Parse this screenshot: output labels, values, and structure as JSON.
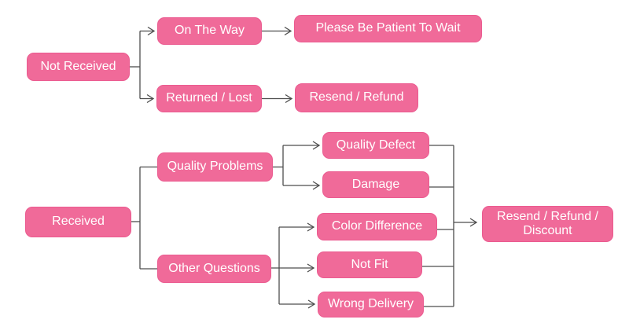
{
  "palette": {
    "node_fill": "#f06a99",
    "node_border": "#eb5b90",
    "node_text": "#ffffff",
    "line": "#4d4d4d",
    "background": "#ffffff"
  },
  "diagram": {
    "type": "flowchart",
    "title": "",
    "nodes": {
      "not_received": {
        "label": "Not Received"
      },
      "on_the_way": {
        "label": "On The Way"
      },
      "please_be_patient_to_wait": {
        "label": "Please Be Patient To Wait"
      },
      "returned_lost": {
        "label": "Returned / Lost"
      },
      "resend_refund": {
        "label": "Resend / Refund"
      },
      "received": {
        "label": "Received"
      },
      "quality_problems": {
        "label": "Quality Problems"
      },
      "other_questions": {
        "label": "Other Questions"
      },
      "quality_defect": {
        "label": "Quality Defect"
      },
      "damage": {
        "label": "Damage"
      },
      "color_difference": {
        "label": "Color Difference"
      },
      "not_fit": {
        "label": "Not Fit"
      },
      "wrong_delivery": {
        "label": "Wrong Delivery"
      },
      "resend_refund_discount": {
        "label": "Resend / Refund / Discount"
      }
    },
    "edges": [
      {
        "from": "not_received",
        "to": "on_the_way",
        "arrow": true
      },
      {
        "from": "not_received",
        "to": "returned_lost",
        "arrow": true
      },
      {
        "from": "on_the_way",
        "to": "please_be_patient_to_wait",
        "arrow": true
      },
      {
        "from": "returned_lost",
        "to": "resend_refund",
        "arrow": true
      },
      {
        "from": "received",
        "to": "quality_problems",
        "arrow": false
      },
      {
        "from": "received",
        "to": "other_questions",
        "arrow": false
      },
      {
        "from": "quality_problems",
        "to": "quality_defect",
        "arrow": true
      },
      {
        "from": "quality_problems",
        "to": "damage",
        "arrow": true
      },
      {
        "from": "other_questions",
        "to": "color_difference",
        "arrow": true
      },
      {
        "from": "other_questions",
        "to": "not_fit",
        "arrow": true
      },
      {
        "from": "other_questions",
        "to": "wrong_delivery",
        "arrow": true
      },
      {
        "from": "quality_defect",
        "to": "resend_refund_discount",
        "arrow": true
      },
      {
        "from": "damage",
        "to": "resend_refund_discount",
        "arrow": true
      },
      {
        "from": "color_difference",
        "to": "resend_refund_discount",
        "arrow": true
      },
      {
        "from": "not_fit",
        "to": "resend_refund_discount",
        "arrow": true
      },
      {
        "from": "wrong_delivery",
        "to": "resend_refund_discount",
        "arrow": true
      }
    ]
  }
}
